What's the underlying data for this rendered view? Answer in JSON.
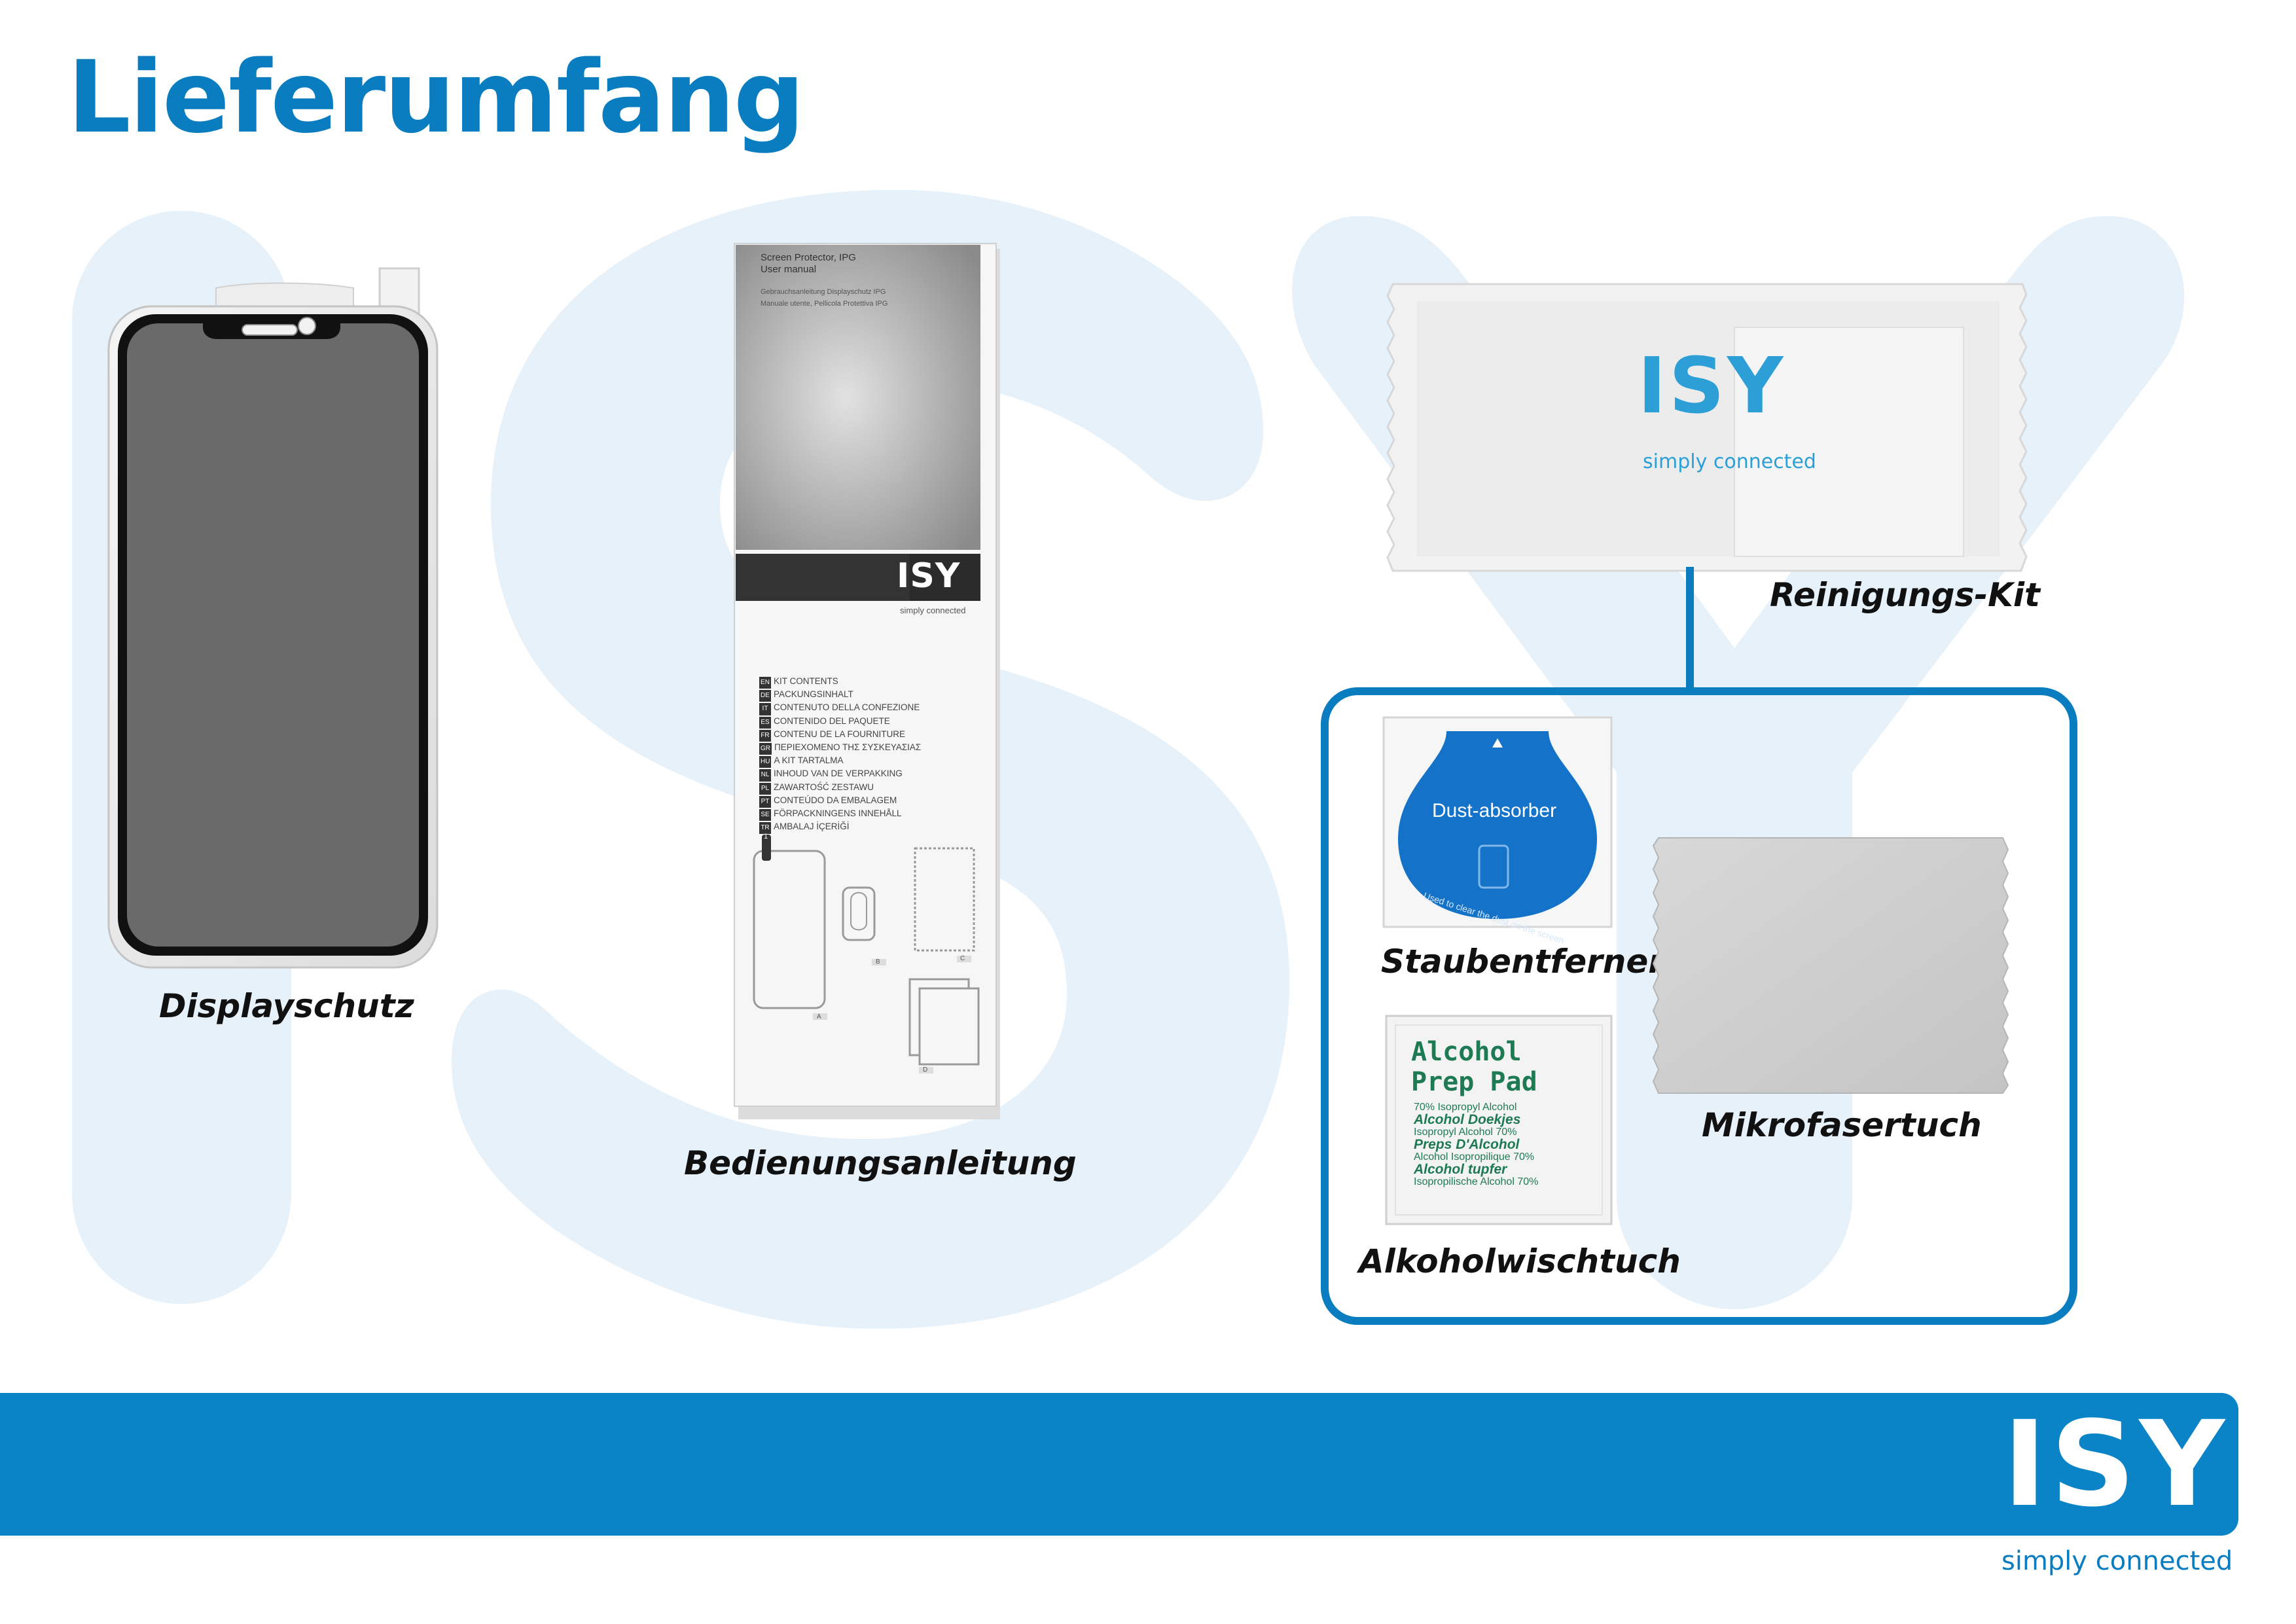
{
  "title": "Lieferumfang",
  "brand": {
    "logo_text": "ISY",
    "tagline": "simply connected",
    "primary_color": "#0a84c6",
    "background_deco_color": "#e8f2fa"
  },
  "items": {
    "displayschutz": "Displayschutz",
    "bedienungsanleitung": "Bedienungsanleitung",
    "reinigungs_kit": "Reinigungs-Kit",
    "staubentferner": "Staubentferner",
    "mikrofasertuch": "Mikrofasertuch",
    "alkoholwischtuch": "Alkoholwischtuch"
  },
  "manual": {
    "header_line1": "Screen Protector, IPG",
    "header_line2": "User manual",
    "header_sub1": "Gebrauchsanleitung Displayschutz IPG",
    "header_sub2": "Manuale utente, Pellicola Protettiva IPG",
    "logo_text": "ISY",
    "logo_tagline": "simply connected",
    "contents": [
      {
        "code": "EN",
        "text": "KIT CONTENTS"
      },
      {
        "code": "DE",
        "text": "PACKUNGSINHALT"
      },
      {
        "code": "IT",
        "text": "CONTENUTO DELLA CONFEZIONE"
      },
      {
        "code": "ES",
        "text": "CONTENIDO DEL PAQUETE"
      },
      {
        "code": "FR",
        "text": "CONTENU DE LA FOURNITURE"
      },
      {
        "code": "GR",
        "text": "ΠΕΡΙΕΧΟΜΕΝΟ ΤΗΣ ΣΥΣΚΕΥΑΣΙΑΣ"
      },
      {
        "code": "HU",
        "text": "A KIT TARTALMA"
      },
      {
        "code": "NL",
        "text": "INHOUD VAN DE VERPAKKING"
      },
      {
        "code": "PL",
        "text": "ZAWARTOŚĆ ZESTAWU"
      },
      {
        "code": "PT",
        "text": "CONTEÚDO DA EMBALAGEM"
      },
      {
        "code": "SE",
        "text": "FÖRPACKNINGENS INNEHÅLL"
      },
      {
        "code": "TR",
        "text": "AMBALAJ İÇERİĞİ"
      }
    ],
    "figure_labels": [
      "A",
      "B",
      "C",
      "D"
    ],
    "figure_number": "1"
  },
  "cleaning_pouch": {
    "logo_text": "ISY",
    "tagline": "simply connected"
  },
  "dust_absorber": {
    "label": "Dust-absorber",
    "arc_text": "Used to clear the dust on the screen"
  },
  "alcohol_pad": {
    "title_line1": "Alcohol",
    "title_line2": "Prep Pad",
    "lines": [
      {
        "text": "70% Isopropyl Alcohol",
        "style": "plain"
      },
      {
        "text": "Alcohol Doekjes",
        "style": "bold"
      },
      {
        "text": "Isopropyl Alcohol 70%",
        "style": "plain"
      },
      {
        "text": "Preps D'Alcohol",
        "style": "bold"
      },
      {
        "text": "Alcohol Isopropilique 70%",
        "style": "plain"
      },
      {
        "text": "Alcohol tupfer",
        "style": "bold"
      },
      {
        "text": "Isopropilische Alcohol 70%",
        "style": "plain"
      }
    ]
  }
}
